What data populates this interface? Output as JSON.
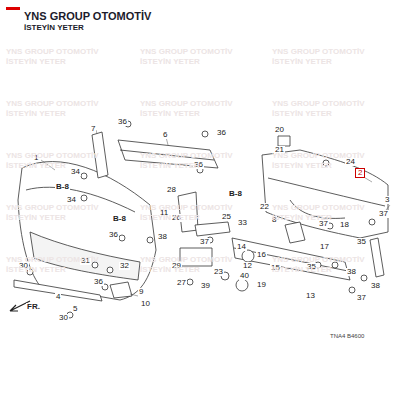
{
  "diagram": {
    "title": "YNS GROUP OTOMOTİV",
    "labels": [
      "İSTEYİN YETER",
      "7",
      "36",
      "6",
      "36",
      "36",
      "1",
      "B-8",
      "34",
      "34",
      "B-8",
      "28",
      "11",
      "B-8",
      "36",
      "38",
      "26",
      "37",
      "25",
      "33",
      "20",
      "21",
      "24",
      "2",
      "3",
      "22",
      "8",
      "37",
      "18",
      "37",
      "17",
      "14",
      "16",
      "12",
      "15",
      "35",
      "38",
      "35",
      "38",
      "37",
      "19",
      "13",
      "29",
      "23",
      "27",
      "39",
      "40",
      "30",
      "31",
      "32",
      "36",
      "4",
      "5",
      "9",
      "10",
      "30",
      "FR.",
      "TNA4 B4600",
      "YNS GROUP OTOMOTİV",
      "İSTEYİN YETER",
      "YNS GROUP OTOMOTİV",
      "İSTEYİN YETER",
      "YNS GROUP OTOMOTİV",
      "İSTEYİN YETER",
      "YNS GROUP OTOMOTİV",
      "İSTEYİN YETER",
      "YNS GROUP OTOMOTİV",
      "İSTEYİN YETER",
      "YNS GROUP OTOMOTİV",
      "İSTEYİN YETER",
      "YNS GROUP OTOMOTİV",
      "İSTEYİN YETER",
      "YNS GROUP OTOMOTİV",
      "İSTEYİN YETER",
      "YNS GROUP OTOMOTİV",
      "İSTEYİN YETER",
      "YNS GROUP OTOMOTİV",
      "İSTEYİN YETER",
      "YNS GROUP OTOMOTİV",
      "İSTEYİN YETER",
      "YNS GROUP OTOMOTİV",
      "İSTEYİN YETER",
      "YNS GROUP OTOMOTİV",
      "İSTEYİN YETER",
      "YNS GROUP OTOMOTİV",
      "İSTEYİN YETER",
      "YNS GROUP OTOMOTİV",
      "İSTEYİN YETER"
    ]
  }
}
